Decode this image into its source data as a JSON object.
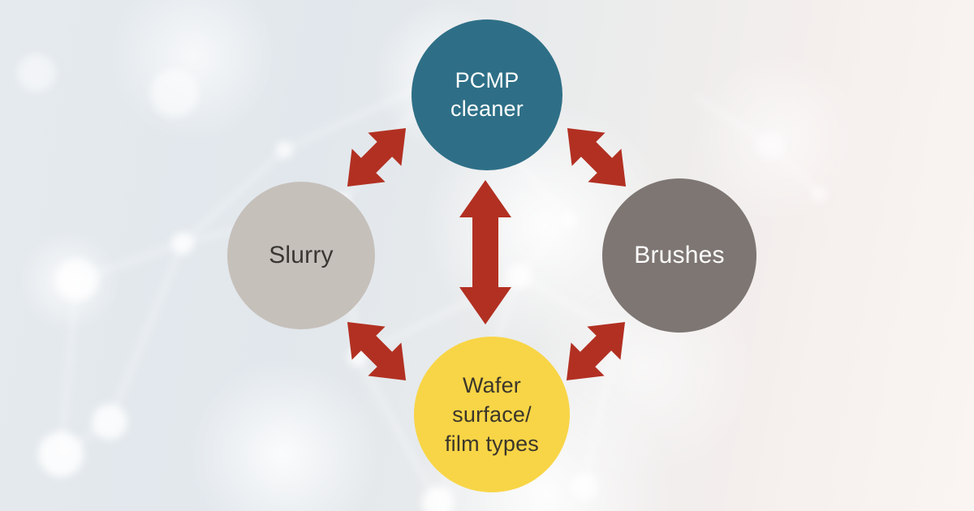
{
  "diagram": {
    "description": "PCMP cleaning interaction diagram",
    "nodes": {
      "pcmp": {
        "label": "PCMP cleaner",
        "lines": [
          "PCMP",
          "cleaner"
        ],
        "color": "#2e6f87",
        "text_color": "#ffffff"
      },
      "slurry": {
        "label": "Slurry",
        "lines": [
          "Slurry"
        ],
        "color": "#c6c0bb",
        "text_color": "#3a3733"
      },
      "brushes": {
        "label": "Brushes",
        "lines": [
          "Brushes"
        ],
        "color": "#7e7673",
        "text_color": "#ffffff"
      },
      "wafer": {
        "label": "Wafer surface/ film types",
        "lines": [
          "Wafer",
          "surface/",
          "film types"
        ],
        "color": "#f8d546",
        "text_color": "#3b362b"
      }
    },
    "arrows": {
      "color": "#b23022",
      "style": "double-headed",
      "connections": [
        {
          "from": "PCMP cleaner",
          "to": "Slurry"
        },
        {
          "from": "PCMP cleaner",
          "to": "Brushes"
        },
        {
          "from": "PCMP cleaner",
          "to": "Wafer surface/ film types"
        },
        {
          "from": "Slurry",
          "to": "Wafer surface/ film types"
        },
        {
          "from": "Brushes",
          "to": "Wafer surface/ film types"
        }
      ]
    },
    "background": {
      "theme": "blurred molecular network bokeh",
      "tint_left": "#e4e9ed",
      "tint_right": "#faf4f2"
    }
  }
}
